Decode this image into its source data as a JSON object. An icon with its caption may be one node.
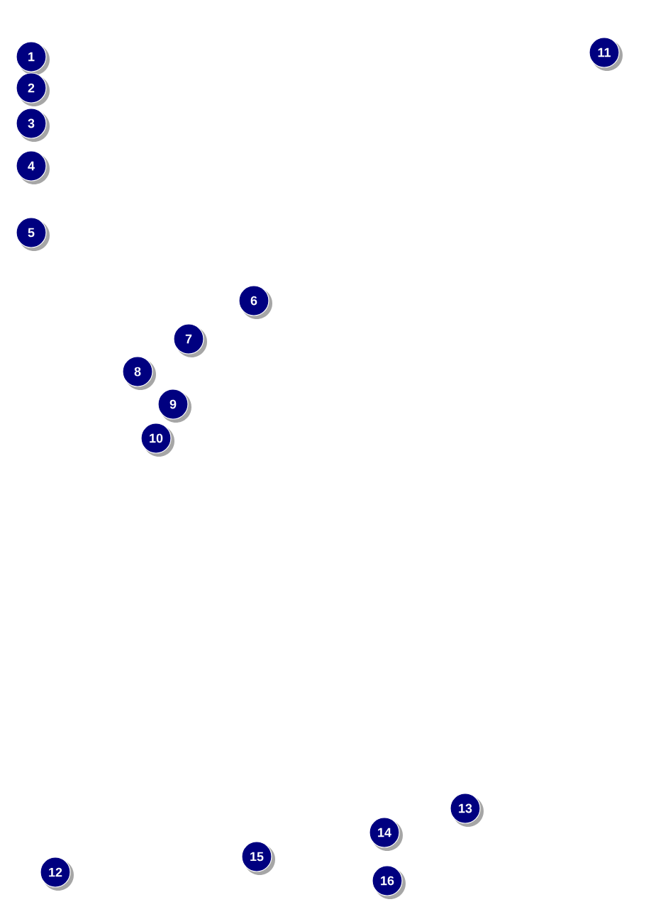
{
  "diagram": {
    "labels": [
      "1",
      "2",
      "3",
      "4",
      "5",
      "6",
      "7",
      "8",
      "9",
      "10",
      "11",
      "12",
      "13",
      "14",
      "15",
      "16"
    ]
  }
}
